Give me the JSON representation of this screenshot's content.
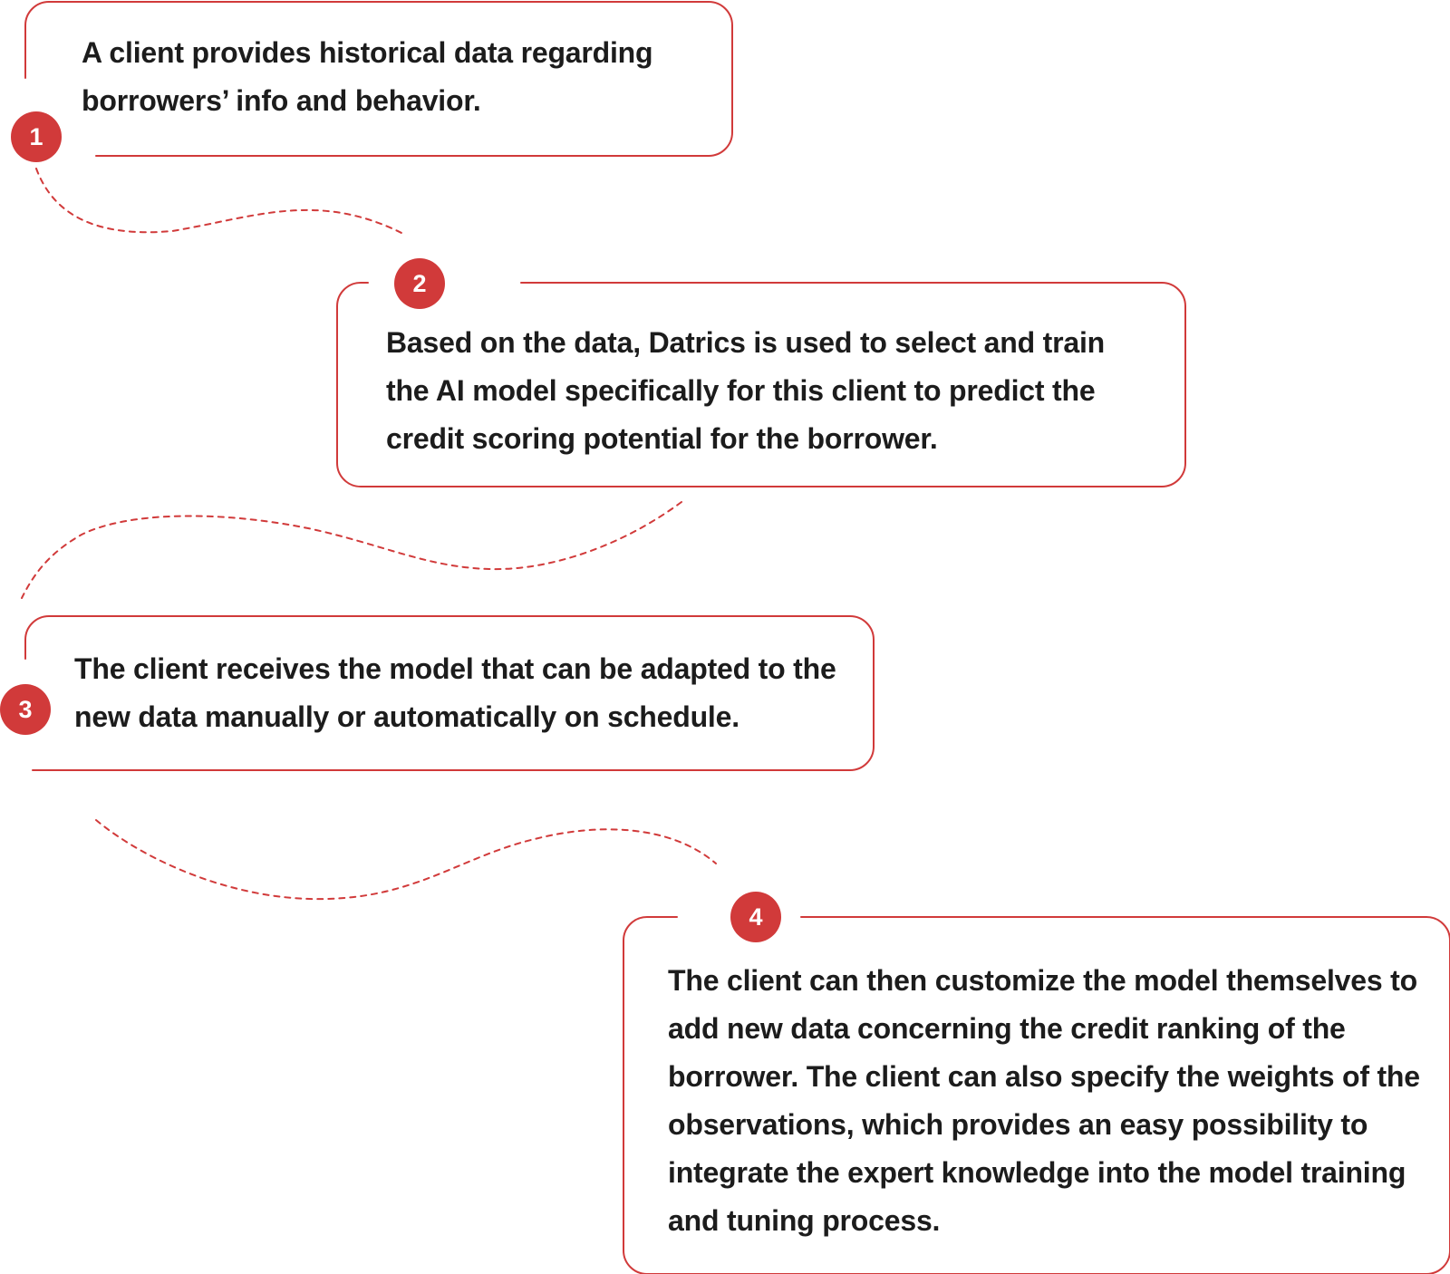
{
  "colors": {
    "accent": "#d13a3a",
    "text": "#1c1c1c",
    "background": "#ffffff"
  },
  "steps": [
    {
      "number": "1",
      "text": "A client provides historical data regarding borrowers’ info and behavior."
    },
    {
      "number": "2",
      "text": "Based on the data, Datrics is used to select and train the AI model specifically for this client to predict the credit scoring potential for the borrower."
    },
    {
      "number": "3",
      "text": "The client receives the model that can be adapted to the new data manually or automatically on schedule."
    },
    {
      "number": "4",
      "text": "The client can then customize the model themselves to add new data concerning the credit ranking of the borrower. The client can also specify the weights of the observations, which provides an easy possibility to integrate the expert knowledge into the model training and tuning process."
    }
  ]
}
